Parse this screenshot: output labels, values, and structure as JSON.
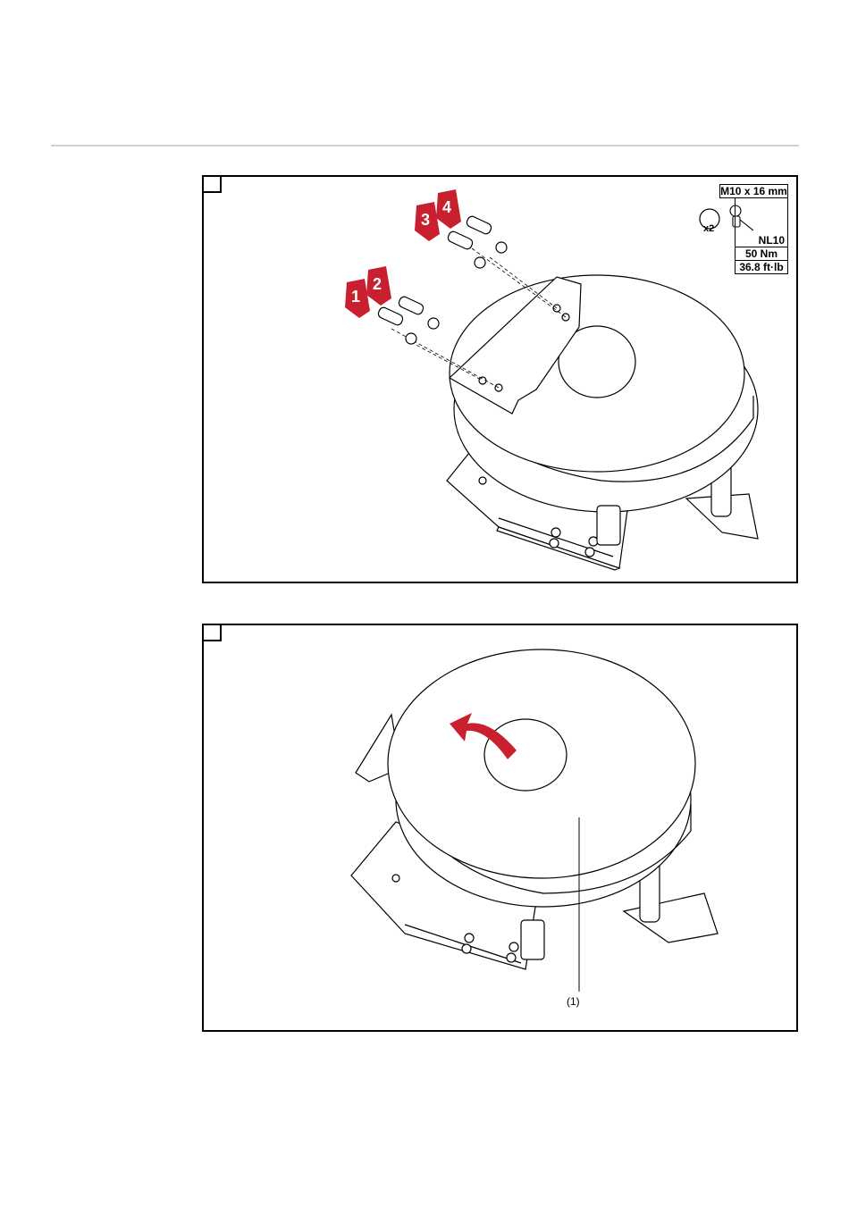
{
  "figure1": {
    "spec": {
      "screw": "M10 x 16 mm",
      "qty": "x2",
      "nut": "NL10",
      "torque_nm": "50 Nm",
      "torque_ftlb": "36.8 ft·lb"
    },
    "step_numbers": [
      "1",
      "2",
      "3",
      "4"
    ]
  },
  "figure2": {
    "callout": "(1)"
  }
}
